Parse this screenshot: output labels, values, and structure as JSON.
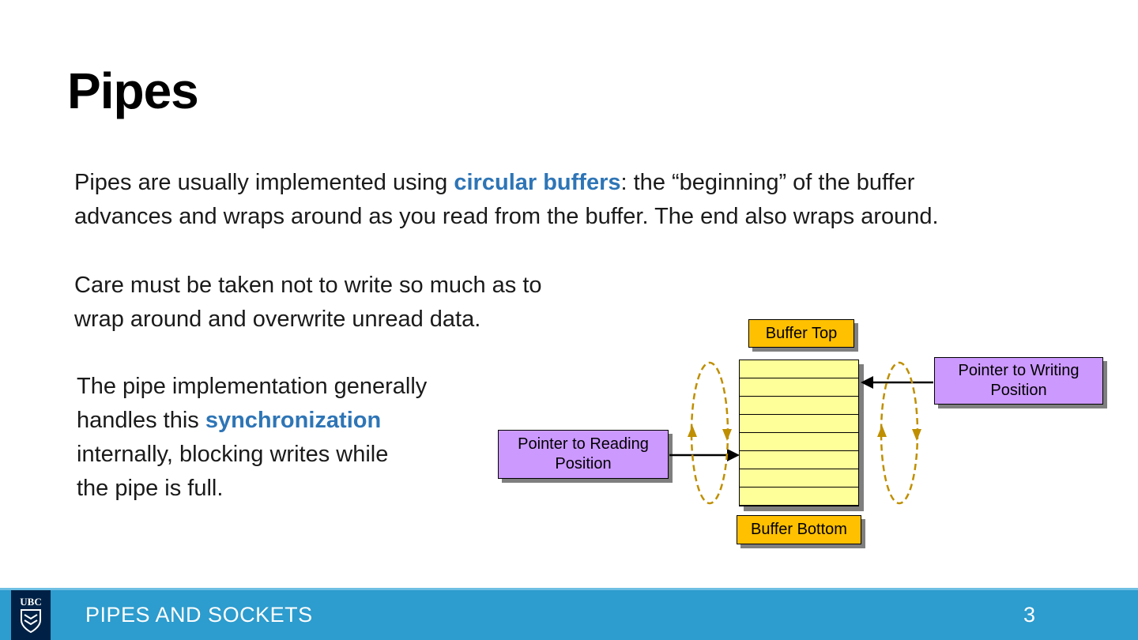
{
  "slide": {
    "title": "Pipes"
  },
  "body": {
    "p1": {
      "l1a": "Pipes are usually implemented using ",
      "l1b": "circular buffers",
      "l1c": ": the “beginning” of the buffer",
      "l2": "advances and wraps around as you read from the buffer.  The end also wraps around."
    },
    "p2": {
      "l1": "Care must be taken not to write so much as to",
      "l2": "wrap around and overwrite unread data."
    },
    "p3": {
      "l1": "The pipe implementation generally",
      "l2a": "handles this ",
      "l2b": "synchronization",
      "l3": "internally, blocking writes while",
      "l4": "the pipe is full."
    }
  },
  "diagram": {
    "buffer_top_label": "Buffer Top",
    "buffer_bottom_label": "Buffer Bottom",
    "reading_pointer_label": "Pointer to Reading Position",
    "writing_pointer_label": "Pointer to Writing Position",
    "buffer_row_count": 8,
    "colors": {
      "buffer_cell": "#FFFF99",
      "label_gold": "#FFC000",
      "pointer_purple": "#CC99FF",
      "circulation_dash": "#BF8F00"
    }
  },
  "footer": {
    "logo_text": "UBC",
    "section_title": "PIPES AND SOCKETS",
    "page_number": "3",
    "colors": {
      "bar_blue": "#2D9CCE",
      "logo_navy": "#002145"
    }
  },
  "colors": {
    "accent_blue": "#2E75B6",
    "text": "#1A1A1A",
    "background": "#FFFFFF"
  }
}
